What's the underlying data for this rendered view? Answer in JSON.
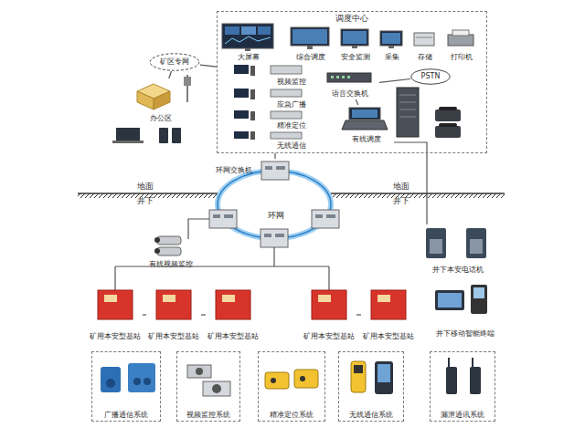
{
  "diagram": {
    "nodes": [
      {
        "text": [
          "调度中心"
        ]
      },
      {
        "text": [
          "大屏幕"
        ],
        "in": 0
      },
      {
        "text": [
          "综合调度"
        ],
        "in": 0
      },
      {
        "text": [
          "安全监测"
        ],
        "in": 0
      },
      {
        "text": [
          "采集"
        ],
        "in": 0
      },
      {
        "text": [
          "存储"
        ],
        "in": 0
      },
      {
        "text": [
          "打印机"
        ],
        "in": 0
      },
      {
        "text": [
          "视频监控"
        ],
        "in": 0
      },
      {
        "text": [
          "应急广播"
        ],
        "in": 0
      },
      {
        "text": [
          "精准定位"
        ],
        "in": 0
      },
      {
        "text": [
          "无线通信"
        ],
        "in": 0
      },
      {
        "text": [
          "语音交换机"
        ],
        "in": 0
      },
      {
        "text": [
          "PSTN"
        ],
        "in": 0
      },
      {
        "text": [
          "有线调度"
        ],
        "in": 0
      },
      {
        "text": [
          "矿区专网"
        ]
      },
      {
        "text": [
          "办公区"
        ]
      },
      {
        "text": [
          "环网交换机"
        ]
      },
      {
        "text": [
          "有线视频监控"
        ]
      },
      {
        "text": [
          "井下本安电话机"
        ]
      },
      {
        "text": [
          "矿用本安型基站"
        ]
      },
      {
        "text": [
          "矿用本安型基站"
        ]
      },
      {
        "text": [
          "矿用本安型基站"
        ]
      },
      {
        "text": [
          "矿用本安型基站"
        ]
      },
      {
        "text": [
          "矿用本安型基站"
        ]
      },
      {
        "text": [
          "井下移动智能终端"
        ]
      },
      {
        "text": [
          "广播通信系统"
        ]
      },
      {
        "text": [
          "视频监控系统"
        ]
      },
      {
        "text": [
          "精准定位系统"
        ]
      },
      {
        "text": [
          "无线通信系统"
        ]
      },
      {
        "text": [
          "漏泄通讯系统"
        ]
      }
    ],
    "edges": [
      {
        "from": 14,
        "to": 0,
        "arrow": "none"
      },
      {
        "from": 14,
        "to": 15,
        "arrow": "none"
      },
      {
        "from": 11,
        "to": 12,
        "arrow": "none"
      },
      {
        "from": 11,
        "to": 13,
        "arrow": "none"
      },
      {
        "from": 16,
        "to": 0,
        "arrow": "none"
      },
      {
        "from": 13,
        "to": 18,
        "arrow": "none"
      },
      {
        "from": 19,
        "to": 20,
        "arrow": "none"
      },
      {
        "from": 20,
        "to": 21,
        "arrow": "none"
      },
      {
        "from": 22,
        "to": 23,
        "arrow": "none"
      }
    ],
    "labels": [
      "地面",
      "地面",
      "井下",
      "井下",
      "环网"
    ]
  }
}
